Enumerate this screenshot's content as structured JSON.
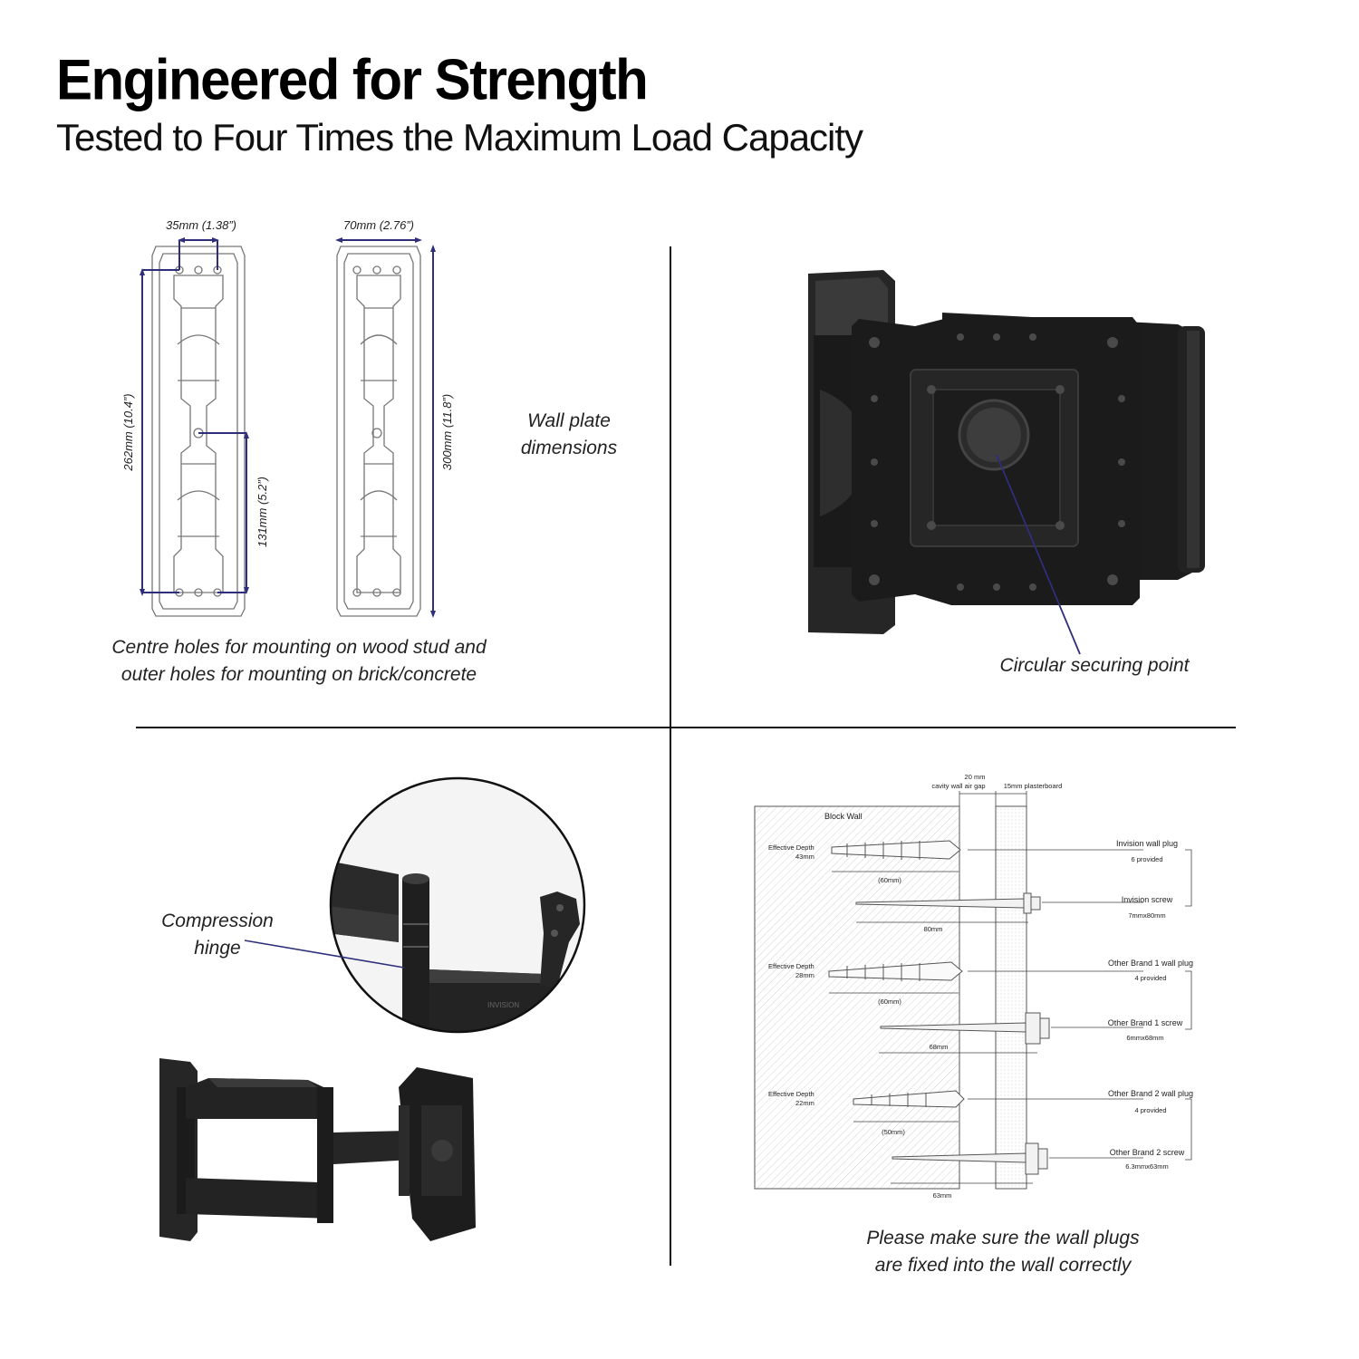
{
  "header": {
    "title": "Engineered for Strength",
    "subtitle": "Tested to Four Times the Maximum Load Capacity"
  },
  "wall_plate": {
    "caption": [
      "Wall plate",
      "dimensions"
    ],
    "note": [
      "Centre holes for mounting on wood stud and",
      "outer holes for mounting on brick/concrete"
    ],
    "dims": {
      "width_a": "35mm (1.38”)",
      "width_b": "70mm (2.76”)",
      "height_a": "262mm (10.4”)",
      "height_half": "131mm (5.2”)",
      "height_b": "300mm (11.8”)"
    }
  },
  "securing": {
    "caption": "Circular securing point"
  },
  "hinge": {
    "caption": [
      "Compression",
      "hinge"
    ],
    "brand_mark": "INVISION"
  },
  "wall_plugs": {
    "caption": [
      "Please make sure the wall plugs",
      "are fixed into the wall correctly"
    ],
    "gap_label": [
      "20 mm",
      "cavity wall air gap"
    ],
    "plasterboard_label": "15mm plasterboard",
    "block_wall_label": "Block Wall",
    "rows": [
      {
        "depth": [
          "Effective Depth",
          "43mm"
        ],
        "plug_len": "(60mm)",
        "screw_len": "80mm",
        "plug_name": "Invision wall plug",
        "plug_qty": "6 provided",
        "screw_name": "Invision screw",
        "screw_size": "7mmx80mm"
      },
      {
        "depth": [
          "Effective Depth",
          "28mm"
        ],
        "plug_len": "(60mm)",
        "screw_len": "68mm",
        "plug_name": "Other Brand 1 wall plug",
        "plug_qty": "4 provided",
        "screw_name": "Other Brand 1 screw",
        "screw_size": "6mmx68mm"
      },
      {
        "depth": [
          "Effective Depth",
          "22mm"
        ],
        "plug_len": "(50mm)",
        "screw_len": "63mm",
        "plug_name": "Other Brand 2 wall plug",
        "plug_qty": "4 provided",
        "screw_name": "Other Brand 2 screw",
        "screw_size": "6.3mmx63mm"
      }
    ]
  },
  "colors": {
    "dimension_line": "#2e2e7a",
    "mount_body": "#1e1e1e",
    "outline": "#555555"
  }
}
